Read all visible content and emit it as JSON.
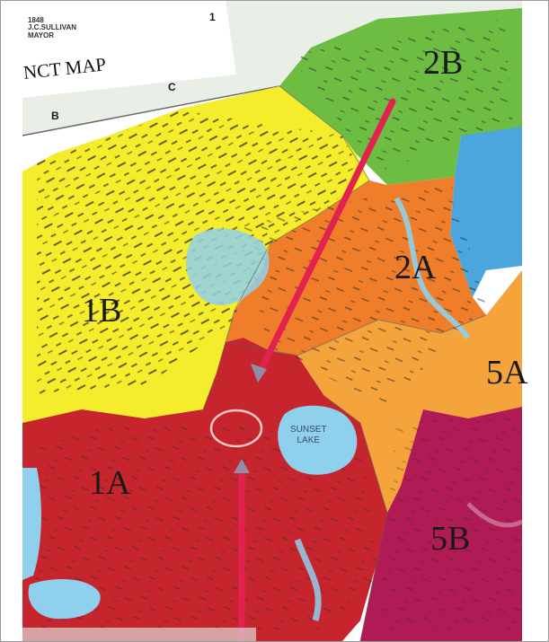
{
  "title": {
    "text": "NCT MAP",
    "seal_lines": [
      "1848",
      "J.C.SULLIVAN",
      "MAYOR"
    ]
  },
  "grid_letters": [
    "1",
    "B",
    "C"
  ],
  "districts": [
    {
      "id": "1A",
      "label": "1A",
      "color": "#c7252e"
    },
    {
      "id": "1B",
      "label": "1B",
      "color": "#f5ec2b"
    },
    {
      "id": "2A",
      "label": "2A",
      "color": "#ef7d2a"
    },
    {
      "id": "2B",
      "label": "2B",
      "color": "#6dbd43"
    },
    {
      "id": "5A",
      "label": "5A",
      "color": "#f4a43a"
    },
    {
      "id": "5B",
      "label": "5B",
      "color": "#b01a55"
    }
  ],
  "lakes": {
    "sunset_lake": "SUNSET\nLAKE"
  },
  "colors": {
    "arrow": "#e3214f",
    "water": "#8fd0ec",
    "road": "#1c1c1c",
    "paper": "#e9efe6"
  }
}
